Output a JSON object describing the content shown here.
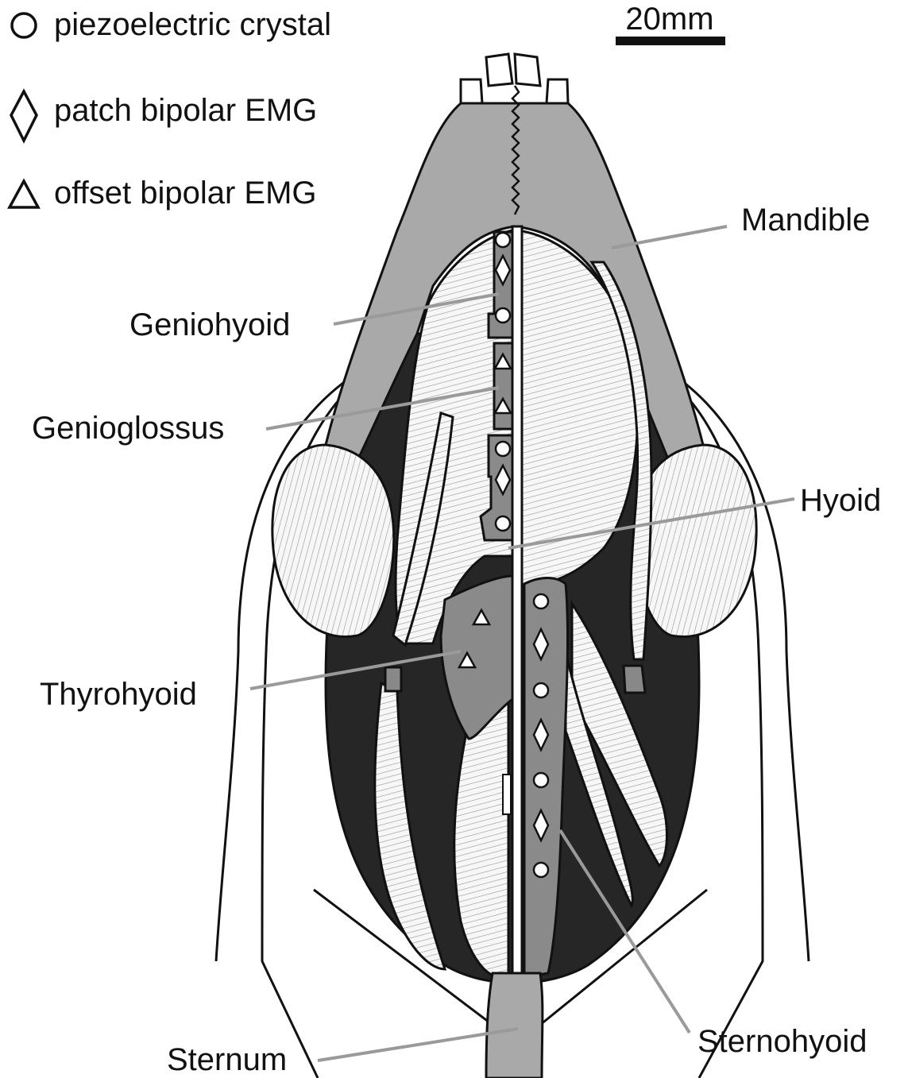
{
  "legend": {
    "circle_label": "piezoelectric crystal",
    "diamond_label": "patch bipolar EMG",
    "triangle_label": "offset bipolar EMG"
  },
  "scale_bar": {
    "label": "20mm"
  },
  "labels": {
    "mandible": "Mandible",
    "geniohyoid": "Geniohyoid",
    "genioglossus": "Genioglossus",
    "hyoid": "Hyoid",
    "thyrohyoid": "Thyrohyoid",
    "sternum": "Sternum",
    "sternohyoid": "Sternohyoid"
  },
  "colors": {
    "mandible": "#a9a9a9",
    "cavity": "#262626",
    "instrumented_muscle": "#8a8a8a",
    "leader_line": "#9a9a9a"
  }
}
